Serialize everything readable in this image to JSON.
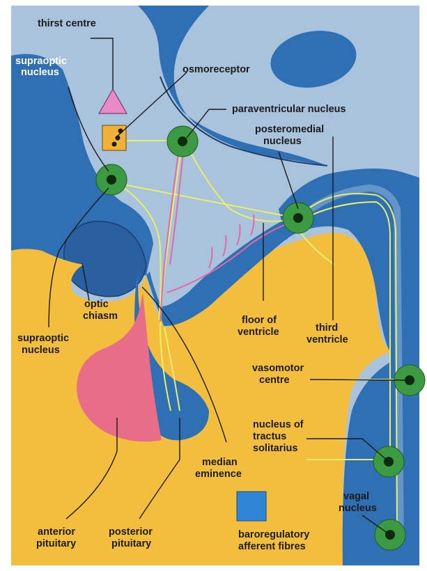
{
  "labels": {
    "thirst_centre": "thirst centre",
    "supraoptic_nucleus_top": [
      "supraoptic",
      "nucleus"
    ],
    "osmoreceptor": "osmoreceptor",
    "paraventricular_nucleus": "paraventricular nucleus",
    "posteromedial_nucleus": [
      "posteromedial",
      "nucleus"
    ],
    "optic_chiasm": [
      "optic",
      "chiasm"
    ],
    "supraoptic_nucleus_bottom": [
      "supraoptic",
      "nucleus"
    ],
    "floor_of_ventricle": [
      "floor of",
      "ventricle"
    ],
    "third_ventricle": [
      "third",
      "ventricle"
    ],
    "vasomotor_centre": [
      "vasomotor",
      "centre"
    ],
    "nucleus_tractus_solitarius": [
      "nucleus of",
      "tractus",
      "solitarius"
    ],
    "median_eminence": [
      "median",
      "eminence"
    ],
    "vagal_nucleus": [
      "vagal",
      "nucleus"
    ],
    "anterior_pituitary": [
      "anterior",
      "pituitary"
    ],
    "posterior_pituitary": [
      "posterior",
      "pituitary"
    ],
    "baroregulatory_afferent_fibres": [
      "baroregulatory",
      "afferent fibres"
    ]
  },
  "colors": {
    "background_blue": "#a9c3dc",
    "brain_blue": "#2f6fb3",
    "ventricle_blue": "#2a65aa",
    "tissue_yellow": "#f3be3e",
    "anterior_pituitary_pink": "#e86d88",
    "nucleus_green": "#3c9a42",
    "thirst_pink": "#e98ac8",
    "osmoreceptor_orange": "#efb237",
    "fibre_yellow": "#e9ef6a",
    "fibre_pink": "#e26aa6",
    "legend_square_blue": "#2f86d6"
  }
}
